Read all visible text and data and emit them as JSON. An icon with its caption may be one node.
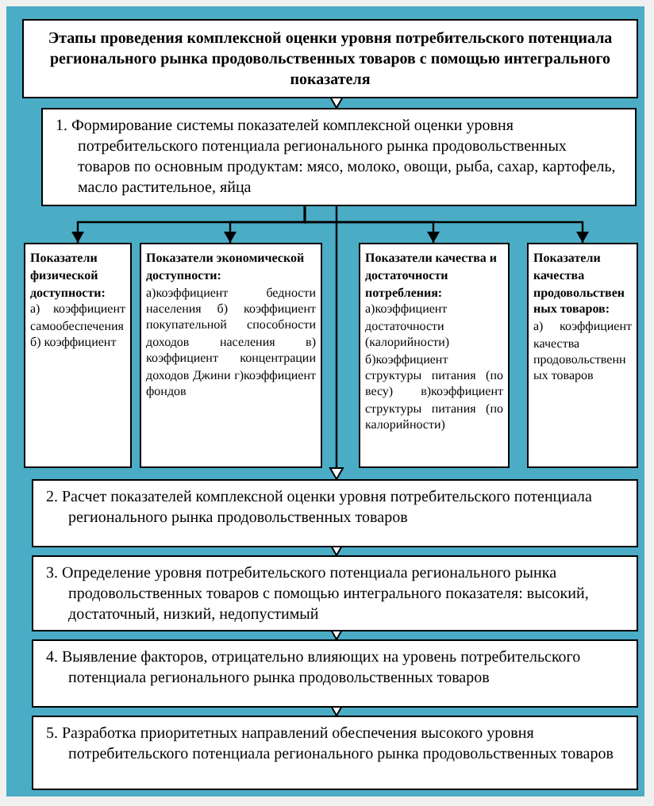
{
  "diagram": {
    "nodes": [
      {
        "text": [
          "Этапы проведения комплексной оценки уровня потребительского потенциала регионального рынка продовольственных товаров с помощью интегрального показателя"
        ]
      },
      {
        "text": [
          "1. Формирование системы показателей комплексной оценки уровня потребительского потенциала регионального рынка продовольственных товаров по основным продуктам: мясо, молоко, овощи, рыба, сахар, картофель, масло растительное, яйца"
        ]
      },
      {
        "text": [
          "Показатели физической доступности:",
          "а) коэффициент самообеспечения б) коэффициент"
        ]
      },
      {
        "text": [
          "Показатели экономической доступности:",
          "а)коэффициент бедности населения б) коэффициент покупательной способности доходов населения в) коэффициент концентрации доходов Джини г)коэффициент фондов"
        ]
      },
      {
        "text": [
          "Показатели качества и достаточности потребления:",
          "а)коэффициент достаточности (калорийности) б)коэффициент структуры питания (по весу) в)коэффициент структуры питания (по калорийности)"
        ]
      },
      {
        "text": [
          "Показатели качества продовольственных товаров:",
          "а) коэффициент качества продовольственных товаров"
        ]
      },
      {
        "text": [
          "2. Расчет показателей комплексной оценки уровня потребительского потенциала регионального рынка продовольственных товаров"
        ]
      },
      {
        "text": [
          "3. Определение уровня потребительского потенциала регионального рынка продовольственных товаров с помощью интегрального показателя: высокий, достаточный, низкий, недопустимый"
        ]
      },
      {
        "text": [
          "4. Выявление факторов, отрицательно влияющих на уровень потребительского потенциала регионального рынка продовольственных товаров"
        ]
      },
      {
        "text": [
          "5. Разработка приоритетных направлений обеспечения высокого уровня потребительского потенциала регионального рынка продовольственных товаров"
        ]
      }
    ],
    "edges": [
      {
        "from": 0,
        "to": 1,
        "arrow": "to"
      },
      {
        "from": 1,
        "to": 2,
        "arrow": "to"
      },
      {
        "from": 1,
        "to": 3,
        "arrow": "to"
      },
      {
        "from": 1,
        "to": 4,
        "arrow": "to"
      },
      {
        "from": 1,
        "to": 5,
        "arrow": "to"
      },
      {
        "from": 1,
        "to": 6,
        "arrow": "to"
      },
      {
        "from": 6,
        "to": 7,
        "arrow": "to"
      },
      {
        "from": 7,
        "to": 8,
        "arrow": "to"
      },
      {
        "from": 8,
        "to": 9,
        "arrow": "to"
      }
    ]
  }
}
